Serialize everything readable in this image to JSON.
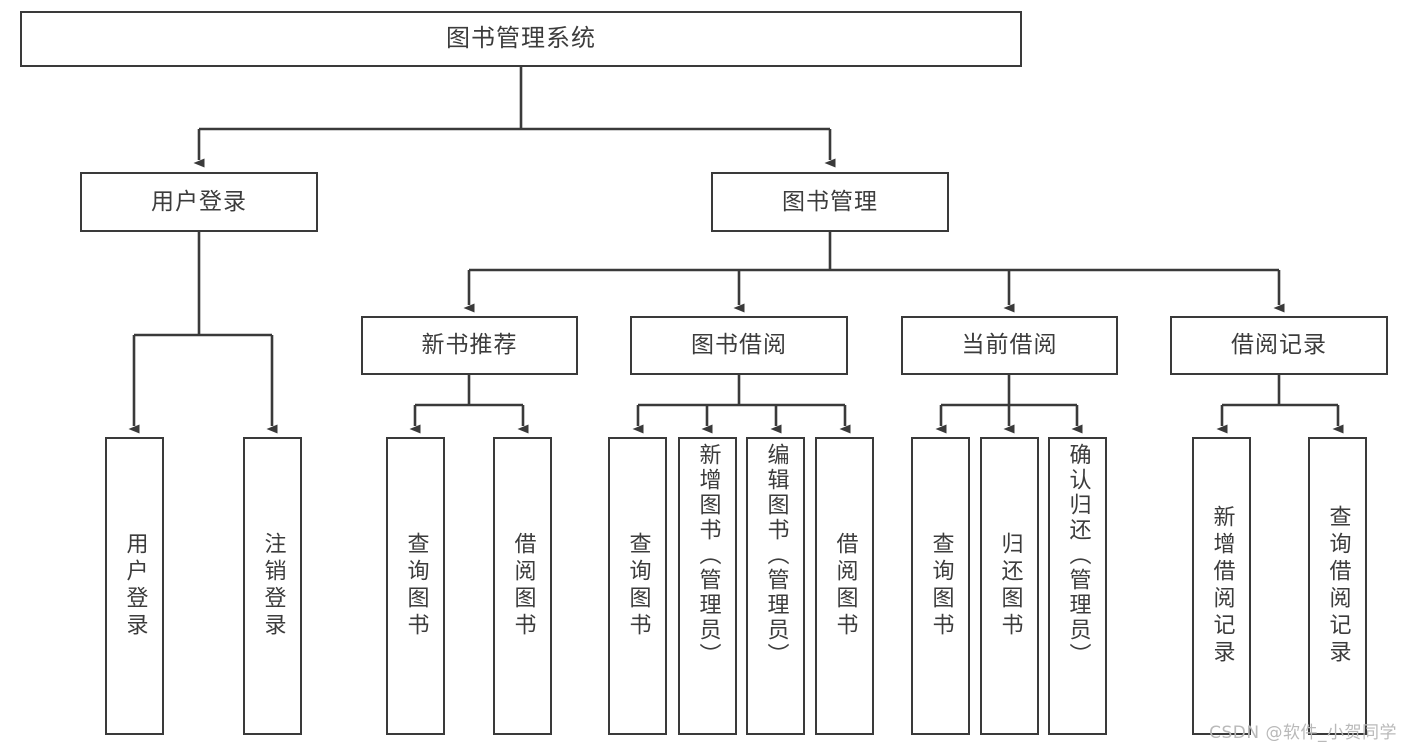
{
  "diagram": {
    "title": "图书管理系统",
    "type": "tree-hierarchy-diagram",
    "colors": {
      "box_border": "#3a3a3a",
      "box_fill": "#ffffff",
      "text": "#3c3c3c",
      "connector": "#3a3a3a",
      "watermark": "#b9b9b9"
    },
    "nodes": {
      "root": {
        "label": "图书管理系统"
      },
      "level1": [
        {
          "label": "用户登录"
        },
        {
          "label": "图书管理"
        }
      ],
      "level2": [
        {
          "label": "新书推荐"
        },
        {
          "label": "图书借阅"
        },
        {
          "label": "当前借阅"
        },
        {
          "label": "借阅记录"
        }
      ],
      "leaves_user_login": [
        {
          "label": "用户登录"
        },
        {
          "label": "注销登录"
        }
      ],
      "leaves_new_book": [
        {
          "label": "查询图书"
        },
        {
          "label": "借阅图书"
        }
      ],
      "leaves_borrow": [
        {
          "label": "查询图书"
        },
        {
          "label": "新增图书（管理员）"
        },
        {
          "label": "编辑图书（管理员）"
        },
        {
          "label": "借阅图书"
        }
      ],
      "leaves_current": [
        {
          "label": "查询图书"
        },
        {
          "label": "归还图书"
        },
        {
          "label": "确认归还（管理员）"
        }
      ],
      "leaves_record": [
        {
          "label": "新增借阅记录"
        },
        {
          "label": "查询借阅记录"
        }
      ]
    },
    "watermark": "CSDN @软件_小贺同学"
  }
}
